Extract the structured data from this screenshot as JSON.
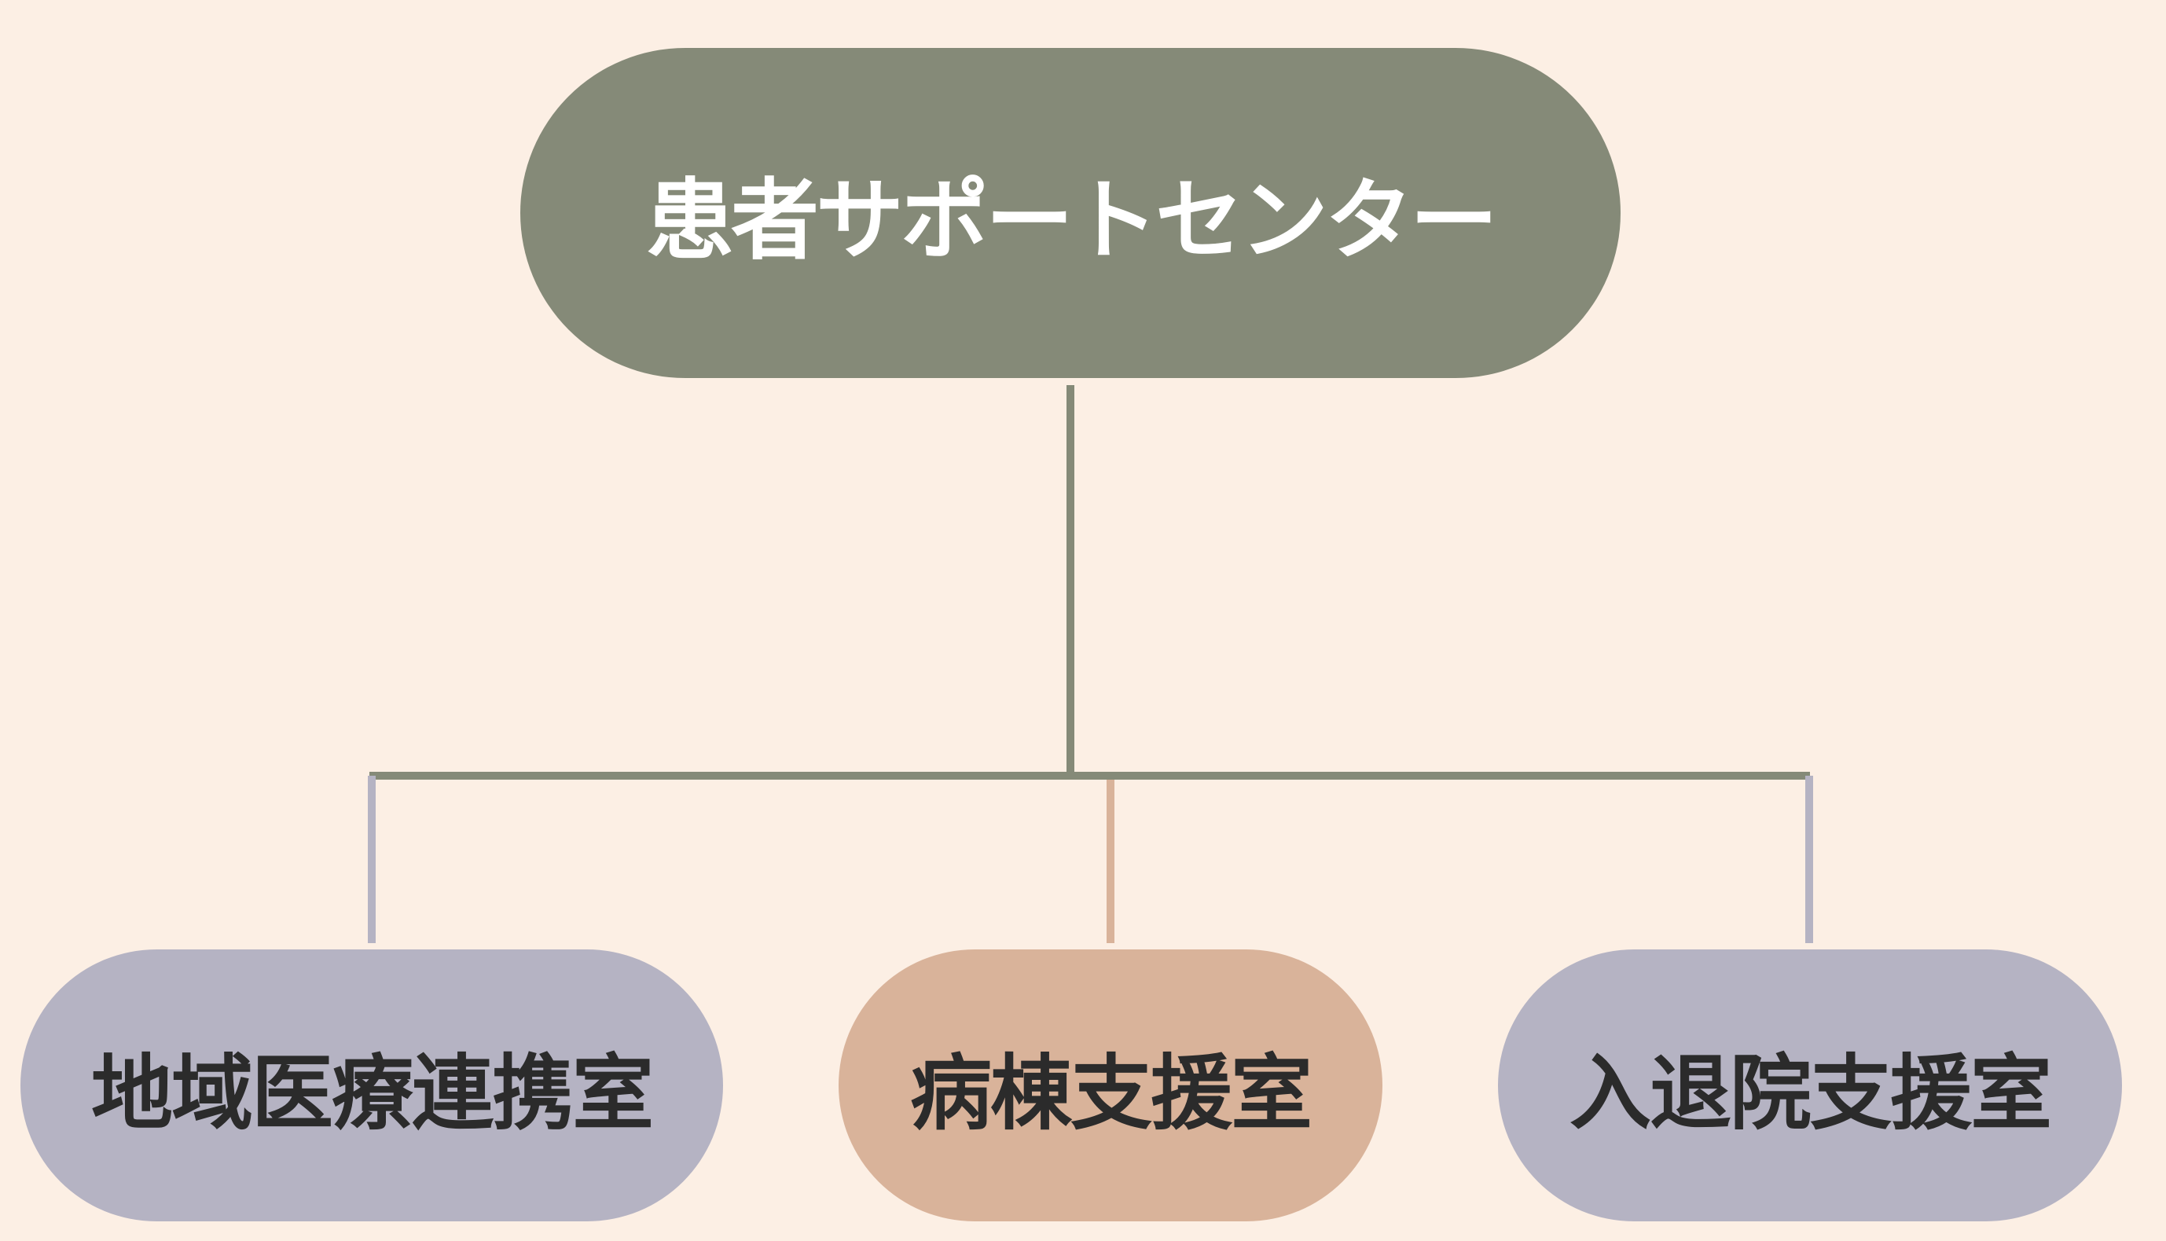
{
  "diagram": {
    "root": {
      "label": "患者サポートセンター",
      "fill": "#858a78",
      "text_color": "#ffffff"
    },
    "children": [
      {
        "label": "地域医療連携室",
        "fill": "#b5b3c3",
        "connector_color": "#b5b3c3",
        "text_color": "#2b2b2b"
      },
      {
        "label": "病棟支援室",
        "fill": "#d9b39a",
        "connector_color": "#d9b39a",
        "text_color": "#2b2b2b"
      },
      {
        "label": "入退院支援室",
        "fill": "#b5b3c3",
        "connector_color": "#b5b3c3",
        "text_color": "#2b2b2b"
      }
    ],
    "background": "#fcefe4",
    "trunk_color": "#858a78"
  }
}
